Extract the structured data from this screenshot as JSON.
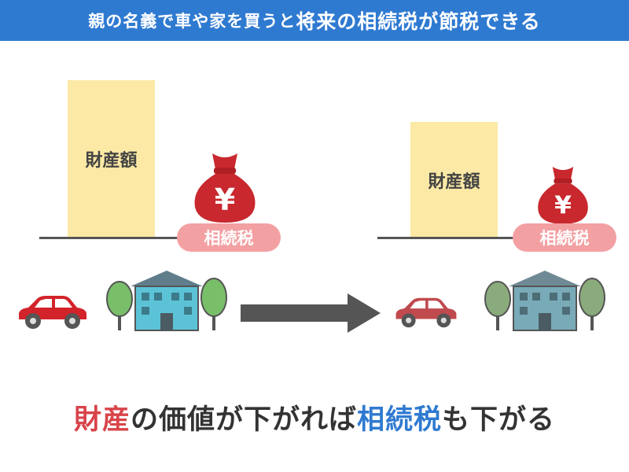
{
  "header": {
    "part1": "親の名義で車や家を買うと",
    "part2": "将来の相続税が節税できる"
  },
  "left": {
    "asset_label": "財産額",
    "tax_label": "相続税",
    "yen_symbol": "¥"
  },
  "right": {
    "asset_label": "財産額",
    "tax_label": "相続税",
    "yen_symbol": "¥"
  },
  "conclusion": {
    "part1": "財産",
    "part2": "の価値が下がれば",
    "part3": "相続税",
    "part4": "も下がる"
  },
  "colors": {
    "header_bg": "#2f7ad1",
    "asset_bar": "#fbe9a5",
    "money_bag": "#c8282e",
    "tax_pill": "#f3a0a3",
    "car_left": "#d2232a",
    "car_right": "#c04a4e",
    "building": "#5cc3d7",
    "tree": "#79bf6a",
    "arrow": "#555555",
    "highlight_red": "#d8444a",
    "highlight_blue": "#2f7ad1"
  },
  "icons": {
    "money_bag": "yen-money-bag-icon",
    "car": "car-icon",
    "house": "building-with-trees-icon",
    "arrow": "right-arrow-icon"
  }
}
